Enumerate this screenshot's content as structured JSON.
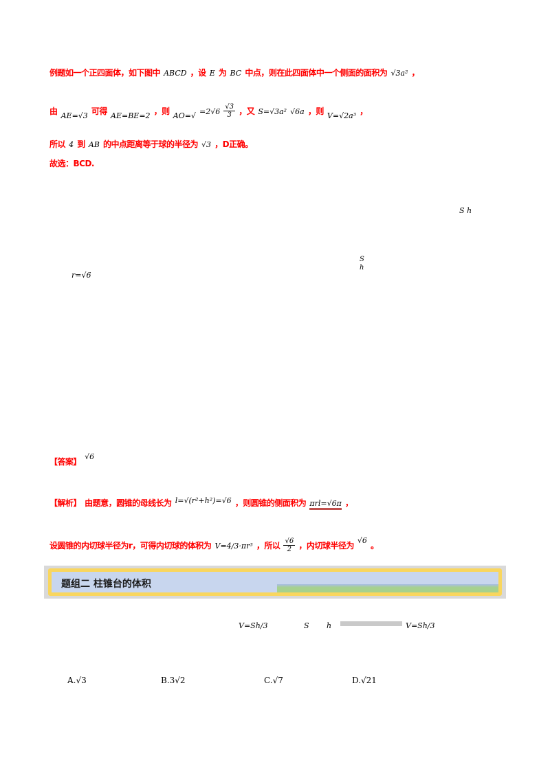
{
  "problem": {
    "line1": {
      "text_a": "例题如一个正四面体，如下图中",
      "math_a": "ABCD",
      "text_b": "，设",
      "math_b": "E",
      "text_c": "为",
      "math_c": "BC",
      "text_d": "中点，则在此四面体中一个侧面的面积为",
      "math_d": "√3a²",
      "text_e": "，"
    },
    "line2": {
      "t1": "由",
      "m1": "AE=√3",
      "t2": "可得",
      "m2": "AE=BE=2",
      "t3": "，则",
      "m3": "AO=√",
      "m4": "=2√6",
      "frac_num": "√3",
      "frac_den": "3",
      "t4": "，又",
      "m5": "S=√3a²",
      "m6": "√6a",
      "t5": "，则",
      "m7": "V=√2a³",
      "t6": "，"
    },
    "line3": {
      "t1": "所以",
      "m1": "4",
      "t2": "到",
      "m2": "AB",
      "t3": "的中点距离等于球的半径为",
      "m3": "√3",
      "t4": "，D正确。"
    },
    "line4": {
      "text": "故选：BCD."
    }
  },
  "figure_labels": {
    "top_right": "S  h",
    "left": "r=√6",
    "center": "S h"
  },
  "answer": {
    "label": "【答案】",
    "value": "√6"
  },
  "analysis": {
    "label": "【解析】",
    "t1": "由题意，圆锥的母线长为",
    "m1": "l=√(r²+h²)=√6",
    "t2": "，则圆锥的侧面积为",
    "m2": "πrl=√6π",
    "t3": "，",
    "t4": "设圆锥的内切球半径为r，可得内切球的体积为",
    "m3": "V=4/3·πr³",
    "t5": "，所以",
    "frac_num": "√6",
    "frac_den": "2",
    "t6": "，内切球半径为",
    "m4": "√6",
    "t7": "。"
  },
  "section": {
    "title": "题组二  柱锥台的体积",
    "colors": {
      "border": "#f9d65e",
      "fill": "#c8d6ee",
      "accent": "#a6d18e"
    }
  },
  "question2": {
    "m1": "V=Sh/3",
    "m2": "S",
    "m3": "h",
    "m4": "V=Sh/3"
  },
  "options": [
    {
      "label": "A.",
      "value": "√3"
    },
    {
      "label": "B.",
      "value": "3√2"
    },
    {
      "label": "C.",
      "value": "√7"
    },
    {
      "label": "D.",
      "value": "√21"
    }
  ]
}
